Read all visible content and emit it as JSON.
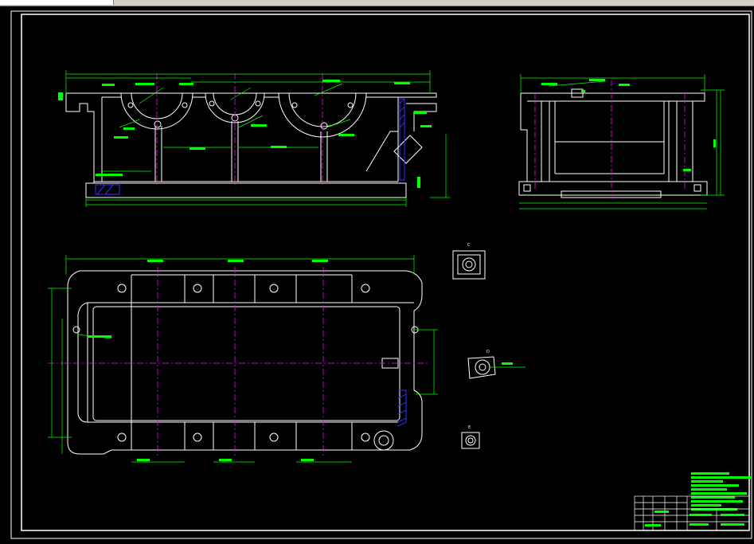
{
  "window": {
    "tab_label": ""
  },
  "drawing": {
    "view_labels": {
      "c": "C",
      "d": "D",
      "e": "E"
    },
    "colors": {
      "background": "#000000",
      "outline": "#ffffff",
      "centerline": "#ff00ff",
      "dimension": "#00ff00",
      "hatch": "#3030ff",
      "frame": "#ffffff"
    }
  }
}
